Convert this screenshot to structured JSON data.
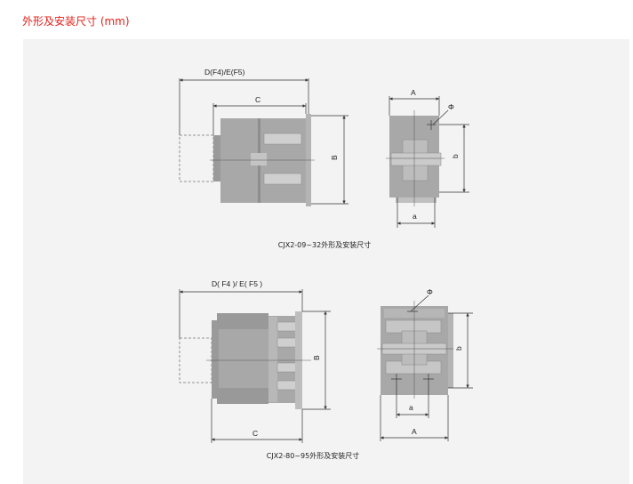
{
  "title": "外形及安装尺寸 (mm)",
  "colors": {
    "title": "#e0201a",
    "panel": "#f3f3f3",
    "body": "#a8a8a8",
    "body_dark": "#8e8e8e",
    "line": "#333333"
  },
  "figure1": {
    "caption": "CJX2-09~32外形及安装尺寸",
    "labels": {
      "d": "D(F4)/E(F5)",
      "c": "C",
      "b_side": "B",
      "a_top": "A",
      "phi": "Φ",
      "b_small": "b",
      "a_small": "a"
    }
  },
  "figure2": {
    "caption": "CJX2-80~95外形及安装尺寸",
    "labels": {
      "d": "D( F4 )/ E( F5 )",
      "c": "C",
      "b_side": "B",
      "a_bottom": "A",
      "phi": "Φ",
      "b_small": "b",
      "a_small": "a"
    }
  }
}
